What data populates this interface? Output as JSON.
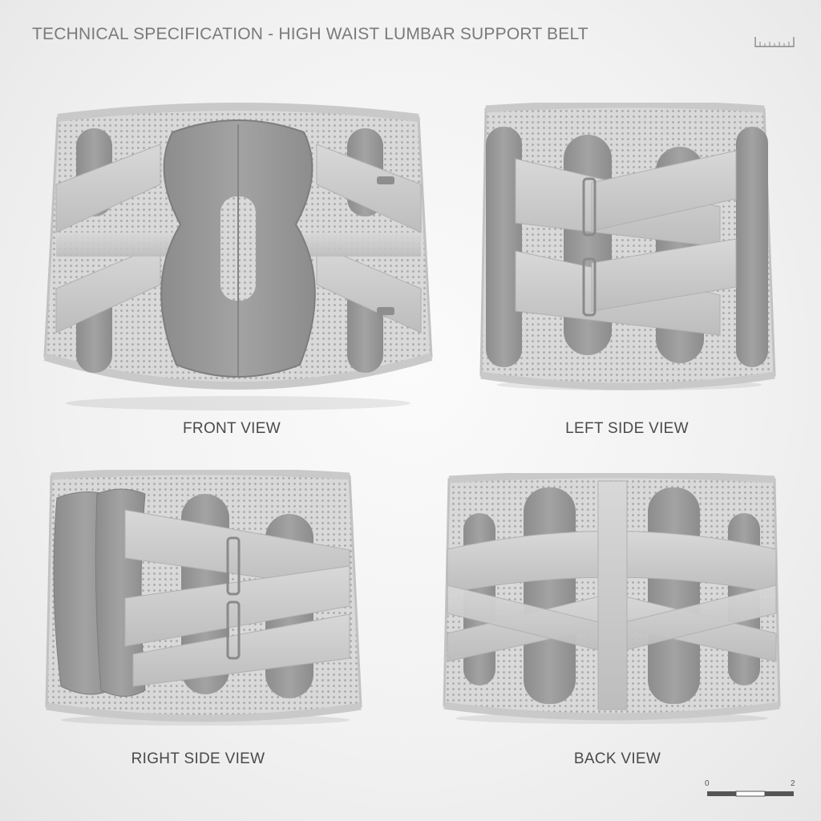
{
  "page": {
    "title": "TECHNICAL SPECIFICATION - HIGH WAIST LUMBAR SUPPORT BELT"
  },
  "views": [
    {
      "id": "front",
      "label": "FRONT VIEW"
    },
    {
      "id": "left",
      "label": "LEFT SIDE VIEW"
    },
    {
      "id": "right",
      "label": "RIGHT SIDE VIEW"
    },
    {
      "id": "back",
      "label": "BACK VIEW"
    }
  ],
  "scale_bar": {
    "start": "0",
    "end": "2"
  },
  "icons": {
    "ruler": "ruler-icon"
  },
  "colors": {
    "mesh": "#d7d7d7",
    "strap": "#cdcdcd",
    "pad": "#9b9b9b",
    "text": "#4a4a4a"
  }
}
